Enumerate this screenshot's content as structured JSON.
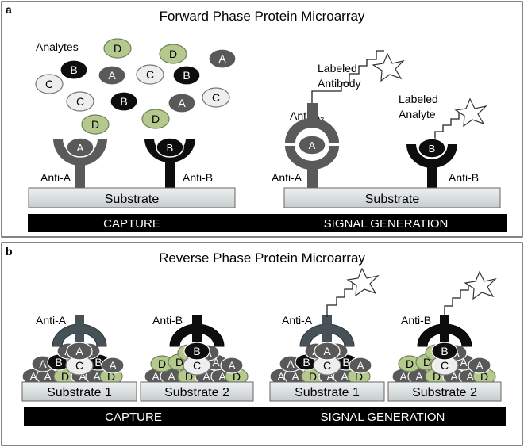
{
  "panel_a": {
    "letter": "a",
    "title": "Forward Phase Protein Microarray",
    "analytes_label": "Analytes",
    "labeled_antibody": [
      "Labeled",
      "Antibody"
    ],
    "labeled_analyte": [
      "Labeled",
      "Analyte"
    ],
    "anti_a2": "Anti-A",
    "anti_a2_sub": "2",
    "anti_a": "Anti-A",
    "anti_b": "Anti-B",
    "substrate": "Substrate",
    "bar_left": "CAPTURE",
    "bar_right": "SIGNAL GENERATION",
    "free_analytes": [
      "D",
      "D",
      "A",
      "B",
      "A",
      "C",
      "B",
      "C",
      "C",
      "B",
      "A",
      "C",
      "D",
      "D"
    ]
  },
  "panel_b": {
    "letter": "b",
    "title": "Reverse Phase Protein Microarray",
    "anti_a": "Anti-A",
    "anti_b": "Anti-B",
    "substrate_1": "Substrate 1",
    "substrate_2": "Substrate 2",
    "bar_left": "CAPTURE",
    "bar_right": "SIGNAL GENERATION"
  },
  "colors": {
    "A": "#595959",
    "B": "#0d0d0d",
    "C": "#eeeeee",
    "D": "#b5c98e",
    "antiA": "#5a5a5a",
    "antiB": "#0d0d0d",
    "anti_dark_rev": "#475158",
    "substrate_fill": "#d7dcdc"
  }
}
